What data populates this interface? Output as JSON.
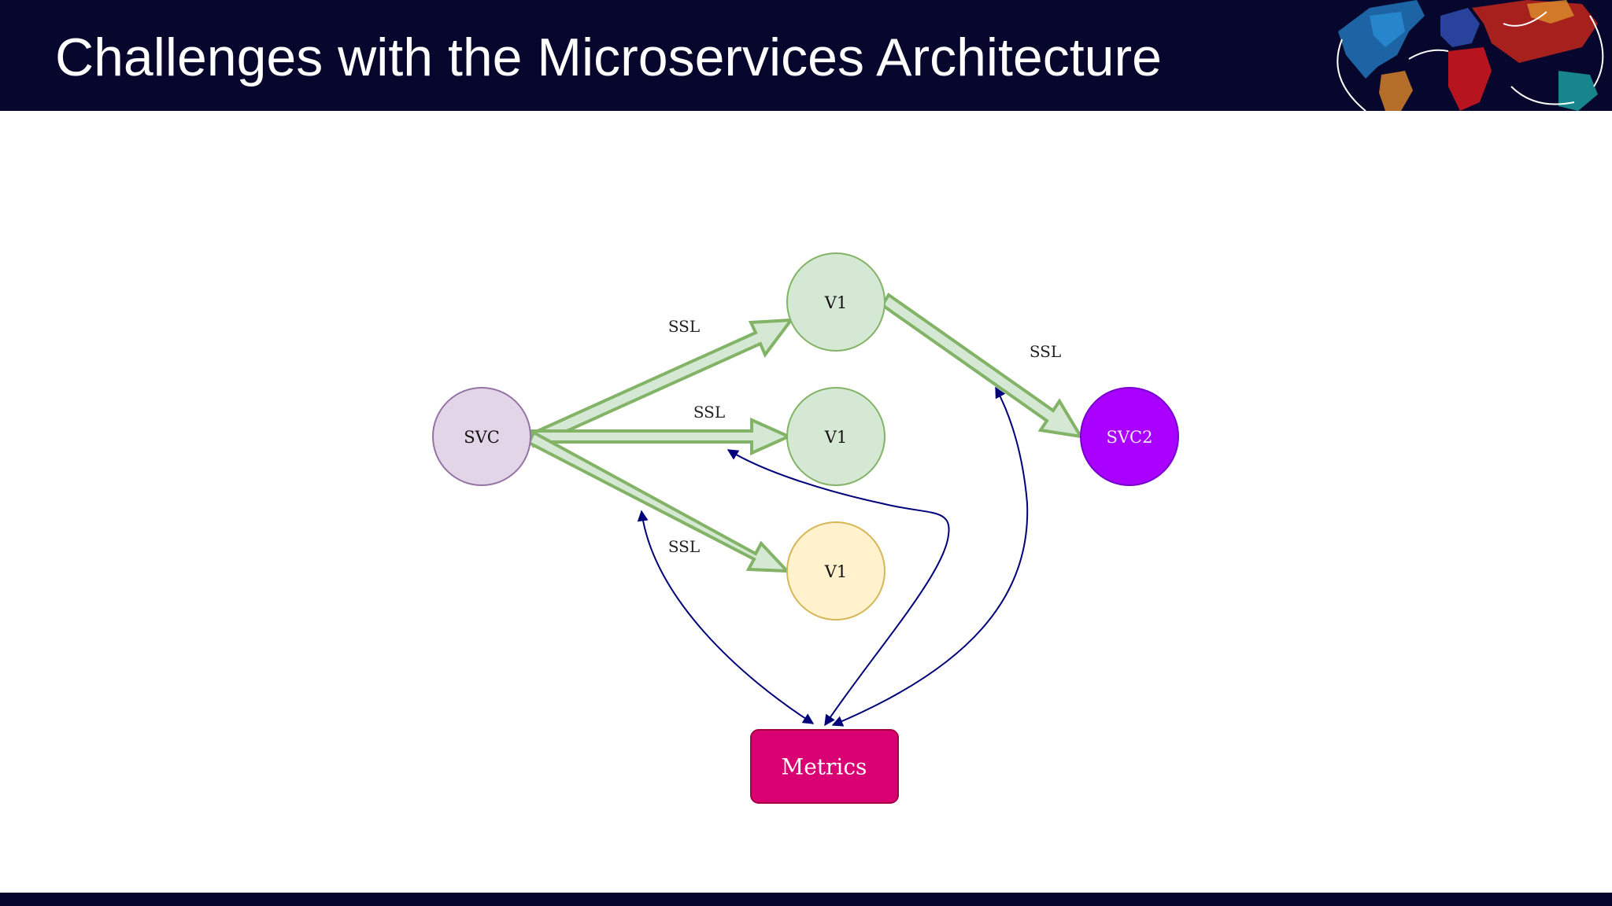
{
  "slide": {
    "title": "Challenges with the Microservices Architecture"
  },
  "diagram": {
    "nodes": {
      "svc": {
        "label": "SVC",
        "color": "#e1d5e7",
        "border": "#9673a6"
      },
      "v1_top": {
        "label": "V1",
        "color": "#d5e8d4",
        "border": "#82b366"
      },
      "v1_mid": {
        "label": "V1",
        "color": "#d5e8d4",
        "border": "#82b366"
      },
      "v1_bottom": {
        "label": "V1",
        "color": "#fff2cc",
        "border": "#d6b656"
      },
      "svc2": {
        "label": "SVC2",
        "color": "#aa00ff",
        "border": "#7700cc"
      },
      "metrics": {
        "label": "Metrics",
        "color": "#d80073",
        "border": "#a50040"
      }
    },
    "edges": [
      {
        "from": "SVC",
        "to": "V1 (top)",
        "label": "SSL"
      },
      {
        "from": "SVC",
        "to": "V1 (middle)",
        "label": "SSL"
      },
      {
        "from": "SVC",
        "to": "V1 (bottom)",
        "label": "SSL"
      },
      {
        "from": "V1 (top)",
        "to": "SVC2",
        "label": "SSL"
      }
    ],
    "metrics_links": [
      "SVC",
      "V1 (middle)",
      "SVC2 link"
    ],
    "colors": {
      "ssl_arrow_fill": "#d5e8d4",
      "ssl_arrow_stroke": "#82b366",
      "metrics_link": "#00007a"
    }
  },
  "theme": {
    "header_bg": "#07062c"
  }
}
